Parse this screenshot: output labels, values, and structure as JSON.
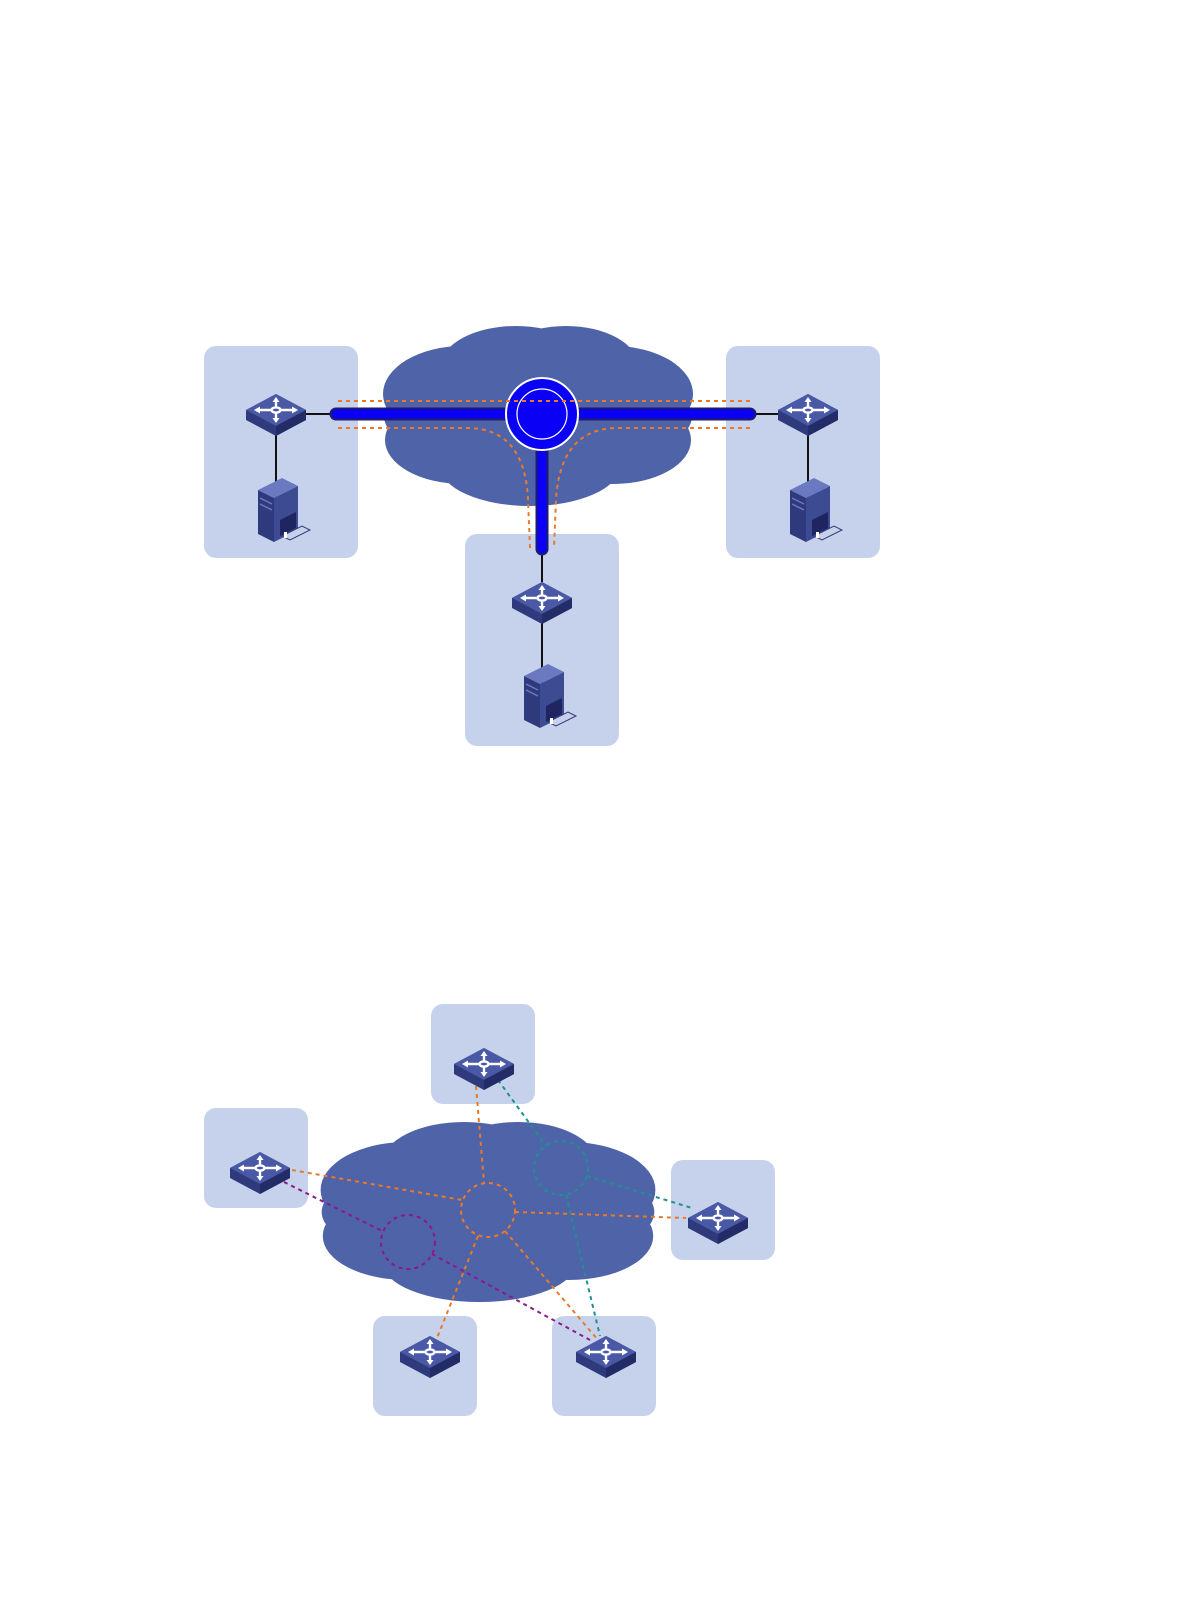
{
  "colors": {
    "site_fill": "#c6d2ec",
    "cloud_fill": "#4f63a8",
    "trunk_blue": "#0a00f5",
    "trunk_outline": "#1c1d6b",
    "orange_path": "#e87a2a",
    "teal_path": "#1f8f8f",
    "purple_path": "#8a1a8a",
    "device_dark": "#2f3a7c",
    "device_mid": "#4a59a6",
    "device_light": "#6b7ac0",
    "wire": "#111111"
  },
  "icons": {
    "switch": "layer3-switch-icon",
    "server": "server-icon",
    "cloud": "cloud-icon"
  },
  "diagrams": [
    {
      "name": "hub-topology",
      "sites": [
        "left",
        "right",
        "bottom"
      ],
      "devices_per_site": [
        "switch",
        "server"
      ],
      "hub": "hub-ring",
      "links": [
        "left-trunk",
        "right-trunk",
        "bottom-trunk"
      ],
      "paths": [
        "left-to-right",
        "left-to-bottom",
        "right-to-bottom"
      ]
    },
    {
      "name": "mesh-topology",
      "sites": [
        "top",
        "left",
        "right",
        "bottom-left",
        "bottom-right"
      ],
      "virtual_instances": [
        {
          "name": "orange-instance",
          "color": "orange",
          "members": [
            "top",
            "left",
            "right",
            "bottom-left",
            "bottom-right"
          ]
        },
        {
          "name": "teal-instance",
          "color": "teal",
          "members": [
            "top",
            "right",
            "bottom-right"
          ]
        },
        {
          "name": "purple-instance",
          "color": "purple",
          "members": [
            "left",
            "bottom-right"
          ]
        }
      ]
    }
  ]
}
